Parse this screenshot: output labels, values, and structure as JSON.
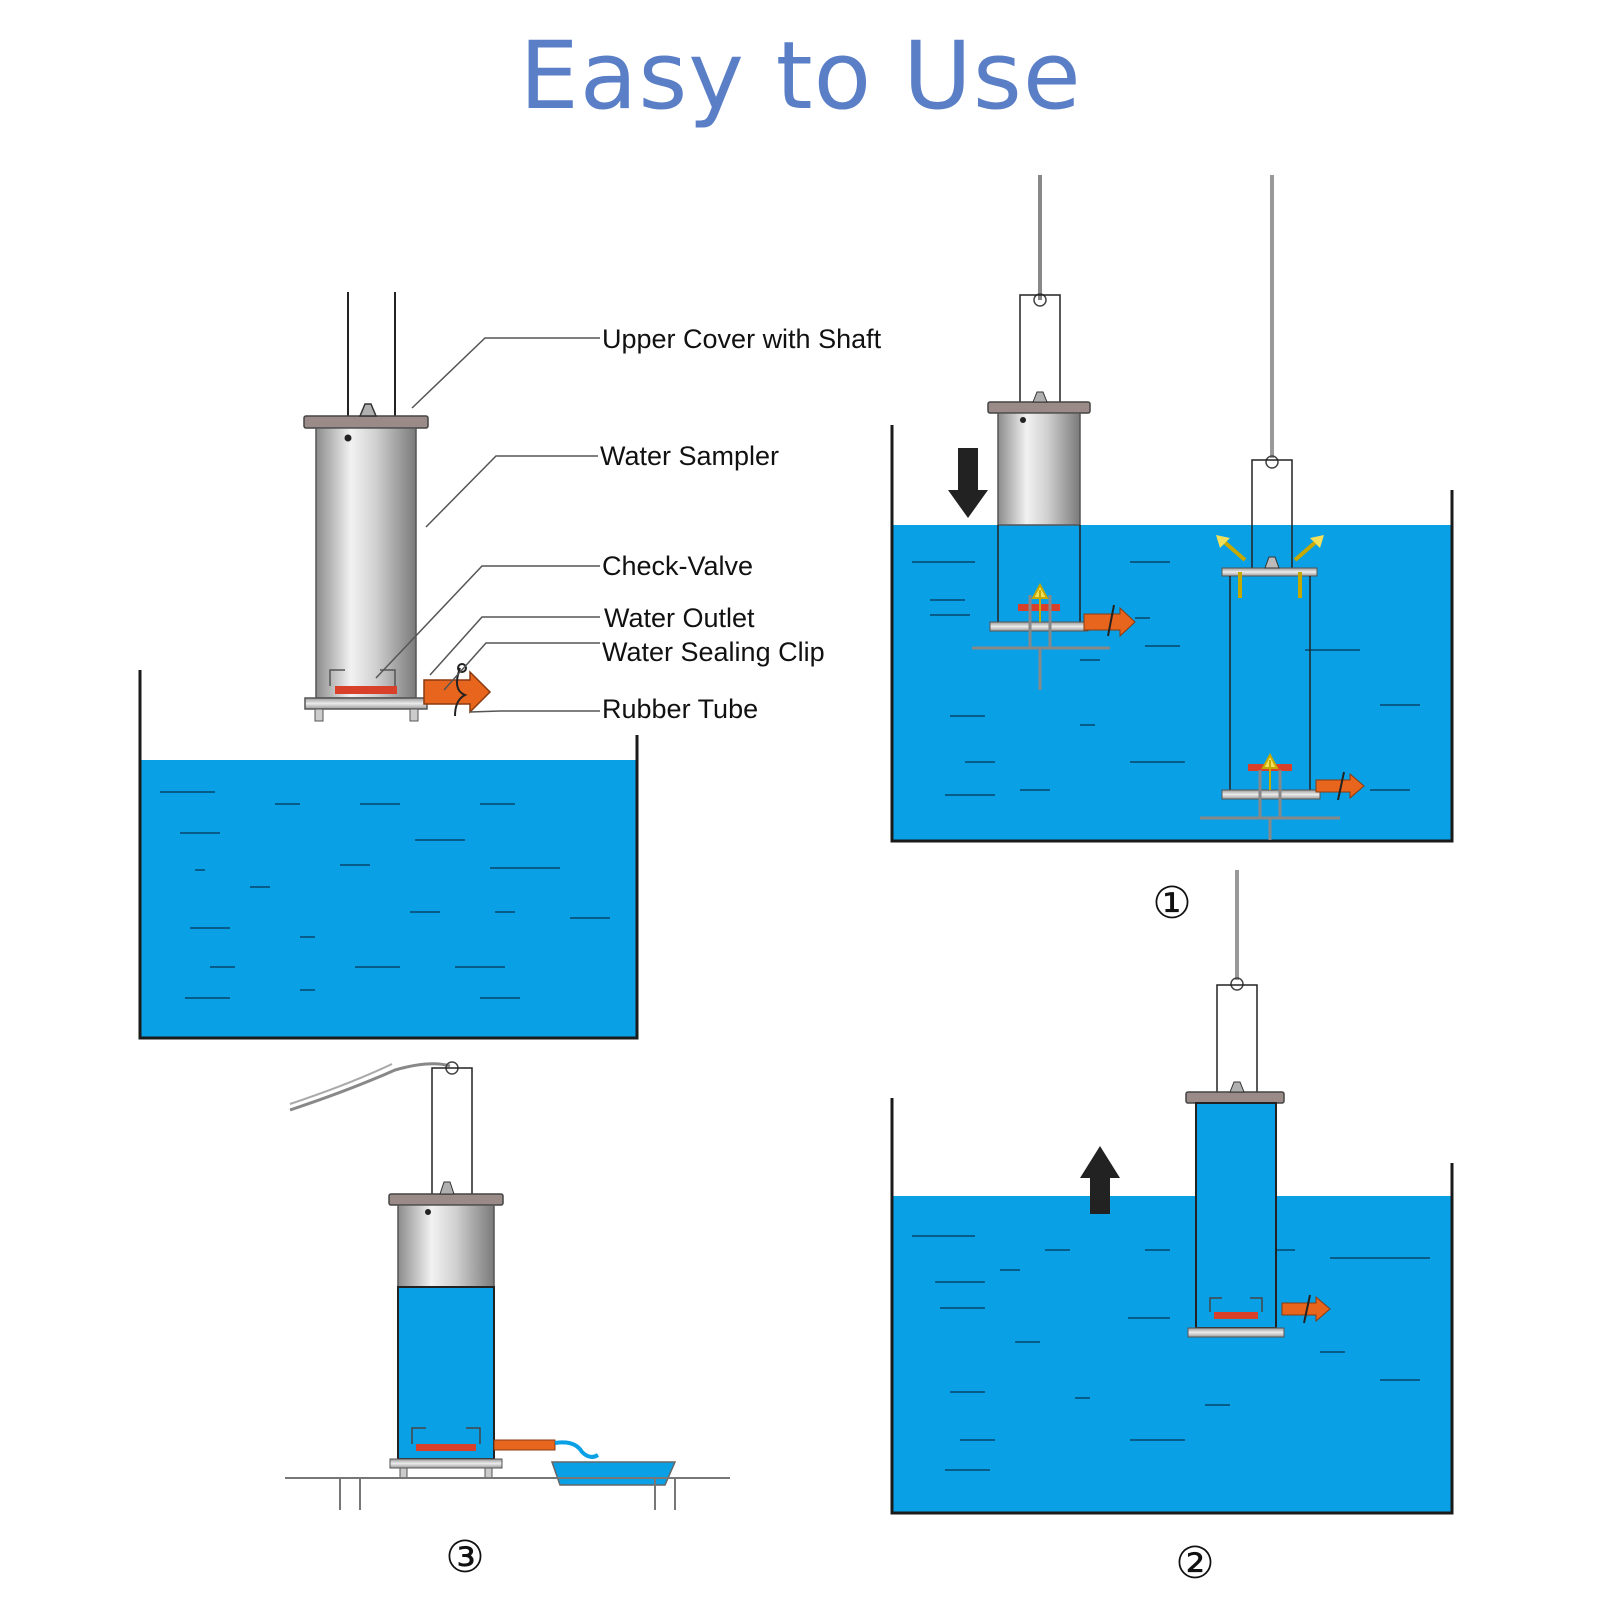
{
  "title": "Easy to Use",
  "labels": {
    "upper_cover": "Upper Cover with Shaft",
    "water_sampler": "Water Sampler",
    "check_valve": "Check-Valve",
    "water_outlet": "Water Outlet",
    "sealing_clip": "Water Sealing Clip",
    "rubber_tube": "Rubber Tube"
  },
  "steps": {
    "step1": "①",
    "step2": "②",
    "step3": "③"
  },
  "colors": {
    "water": "#0aa0e6",
    "title": "#5b7fc7",
    "tube": "#e8651e",
    "arrow_up": "#f2e05a",
    "cover": "#9a8a88",
    "outline": "#1a1a1a"
  }
}
